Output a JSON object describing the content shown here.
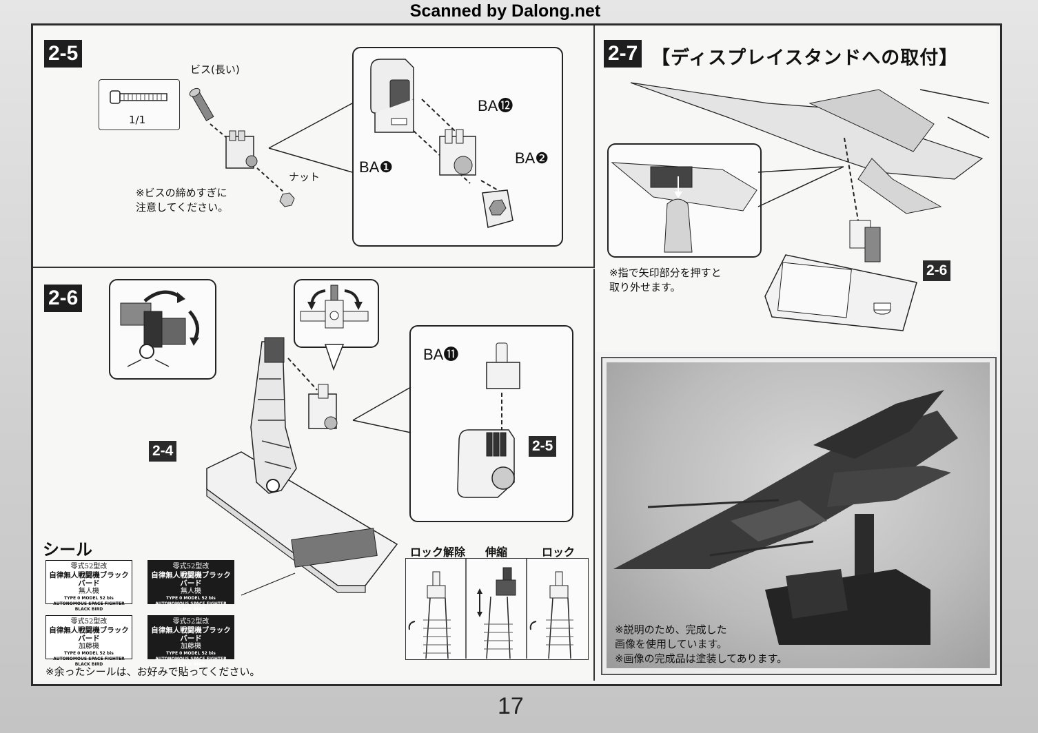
{
  "header": {
    "scan_credit": "Scanned by Dalong.net"
  },
  "step_2_5": {
    "step_label": "2-5",
    "screw_label": "ビス(長い)",
    "screw_qty": "1/1",
    "nut_label": "ナット",
    "caution": "※ビスの締めすぎに\n注意してください。",
    "part_ba1": "BA❶",
    "part_ba12": "BA⓬",
    "part_ba2": "BA❷"
  },
  "step_2_6": {
    "step_label": "2-6",
    "ref_2_4": "2-4",
    "part_ba11": "BA⓫",
    "ref_2_5": "2-5"
  },
  "step_2_7": {
    "step_label": "2-7",
    "title": "【ディスプレイスタンドへの取付】",
    "note": "※指で矢印部分を押すと\n取り外せます。",
    "ref_2_6": "2-6"
  },
  "seals": {
    "title": "シール",
    "items": [
      {
        "line1": "零式52型改",
        "line2": "自律無人戦闘機ブラックバード",
        "line3": "無人機",
        "line4": "TYPE 0 MODEL 52 bis",
        "line5": "AUTONOMOUS SPACE FIGHTER BLACK BIRD",
        "style": "light"
      },
      {
        "line1": "零式52型改",
        "line2": "自律無人戦闘機ブラックバード",
        "line3": "無人機",
        "line4": "TYPE 0 MODEL 52 bis",
        "line5": "AUTONOMOUS SPACE FIGHTER BLACK BIRD",
        "style": "dark"
      },
      {
        "line1": "零式52型改",
        "line2": "自律無人戦闘機ブラックバード",
        "line3": "加藤機",
        "line4": "TYPE 0 MODEL 52 bis",
        "line5": "AUTONOMOUS SPACE FIGHTER BLACK BIRD",
        "style": "light"
      },
      {
        "line1": "零式52型改",
        "line2": "自律無人戦闘機ブラックバード",
        "line3": "加藤機",
        "line4": "TYPE 0 MODEL 52 bis",
        "line5": "AUTONOMOUS SPACE FIGHTER BLACK BIRD",
        "style": "dark"
      }
    ],
    "note": "※余ったシールは、お好みで貼ってください。"
  },
  "lock_panel": {
    "columns": [
      "ロック解除",
      "伸縮",
      "ロック"
    ]
  },
  "photo": {
    "caption": "※説明のため、完成した\n画像を使用しています。\n※画像の完成品は塗装してあります。"
  },
  "footer": {
    "page_number": "17"
  }
}
